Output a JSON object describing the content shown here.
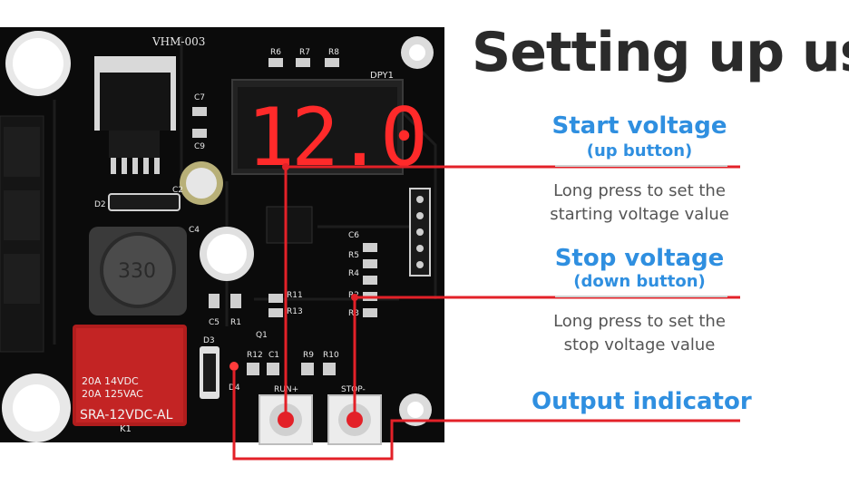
{
  "heading": "Setting up use",
  "board": {
    "model_label": "VHM-003",
    "display_label": "DPY1",
    "display_value": "12.0",
    "inductor_label": "330",
    "relay_lines": [
      "20A 14VDC",
      "20A 125VAC",
      "SRA-12VDC-AL"
    ],
    "relay_ref": "K1",
    "button_run_label": "RUN+",
    "button_stop_label": "STOP-",
    "components": {
      "r6": "R6",
      "r7": "R7",
      "r8": "R8",
      "c7": "C7",
      "c9": "C9",
      "c2": "C2",
      "d2": "D2",
      "c4": "C4",
      "c5": "C5",
      "r1": "R1",
      "r11": "R11",
      "r13": "R13",
      "q1": "Q1",
      "d3": "D3",
      "r12": "R12",
      "c1": "C1",
      "r9": "R9",
      "r10": "R10",
      "c6": "C6",
      "r5": "R5",
      "r4": "R4",
      "r2": "R2",
      "r3": "R3",
      "d4": "D4"
    }
  },
  "callouts": {
    "start": {
      "title": "Start voltage",
      "sub": "(up button)",
      "desc_1": "Long press to set the",
      "desc_2": "starting voltage value"
    },
    "stop": {
      "title": "Stop voltage",
      "sub": "(down button)",
      "desc_1": "Long press to set the",
      "desc_2": "stop voltage value"
    },
    "output": {
      "title": "Output indicator"
    }
  },
  "colors": {
    "pcb": "#0b0b0b",
    "annotation_line": "#e32128",
    "title_blue": "#2f8fe0",
    "display_red": "#ff2a2a"
  }
}
